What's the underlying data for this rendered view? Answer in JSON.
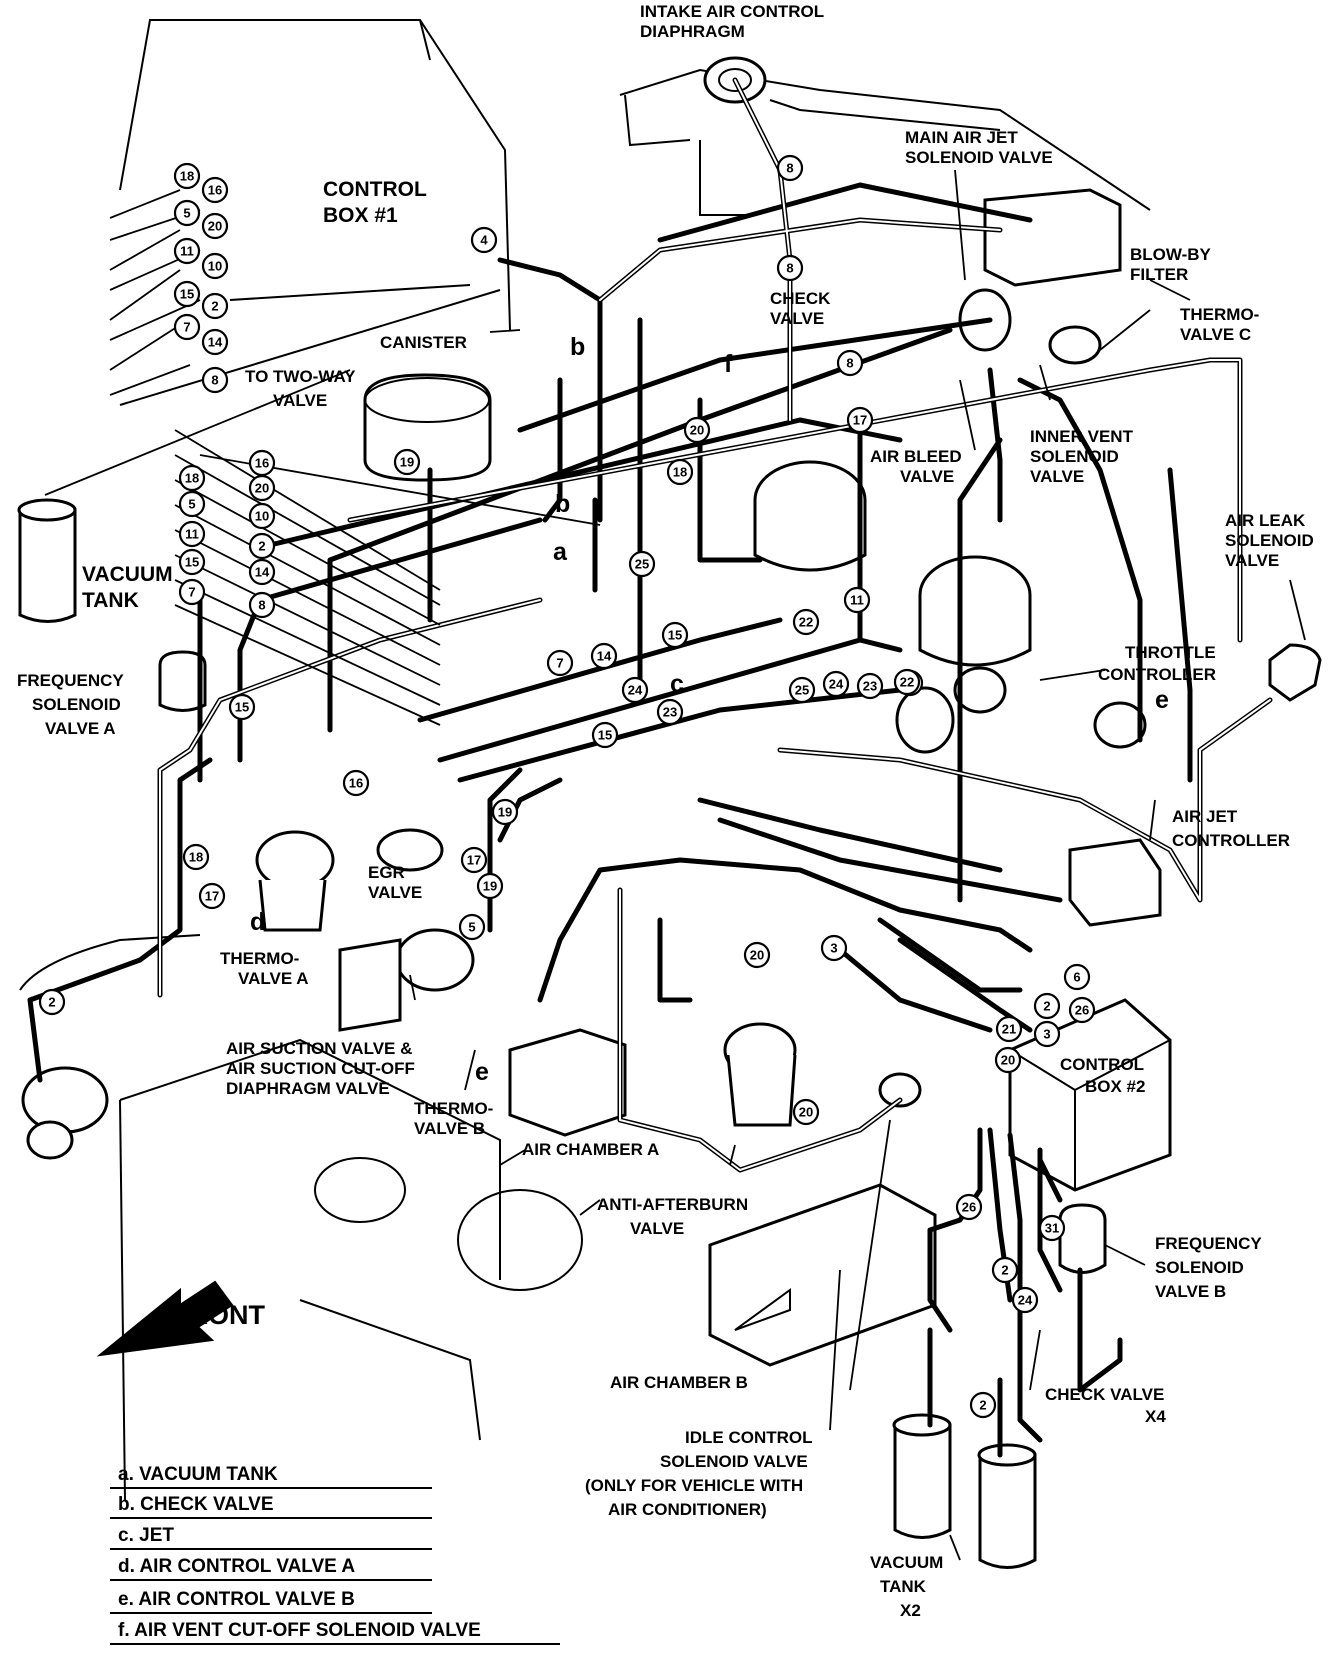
{
  "labels": {
    "intake_air_control_diaphragm": [
      "INTAKE AIR CONTROL",
      "DIAPHRAGM"
    ],
    "main_air_jet_solenoid_valve": [
      "MAIN AIR JET",
      "SOLENOID VALVE"
    ],
    "control_box_1": [
      "CONTROL",
      "BOX #1"
    ],
    "blow_by_filter": [
      "BLOW-BY",
      "FILTER"
    ],
    "check_valve_top": [
      "CHECK",
      "VALVE"
    ],
    "thermo_valve_c": [
      "THERMO-",
      "VALVE C"
    ],
    "canister": [
      "CANISTER"
    ],
    "to_two_way_valve": [
      "TO TWO-WAY",
      "VALVE"
    ],
    "inner_vent_solenoid_valve": [
      "INNER VENT",
      "SOLENOID",
      "VALVE"
    ],
    "air_bleed_valve": [
      "AIR BLEED",
      "VALVE"
    ],
    "air_leak_solenoid_valve": [
      "AIR LEAK",
      "SOLENOID",
      "VALVE"
    ],
    "vacuum_tank_left": [
      "VACUUM",
      "TANK"
    ],
    "frequency_solenoid_valve_a": [
      "FREQUENCY",
      "SOLENOID",
      "VALVE A"
    ],
    "throttle_controller": [
      "THROTTLE",
      "CONTROLLER"
    ],
    "air_jet_controller": [
      "AIR JET",
      "CONTROLLER"
    ],
    "egr_valve": [
      "EGR",
      "VALVE"
    ],
    "thermo_valve_a": [
      "THERMO-",
      "VALVE A"
    ],
    "air_suction_valve": [
      "AIR SUCTION VALVE &",
      "AIR SUCTION CUT-OFF",
      "DIAPHRAGM VALVE"
    ],
    "thermo_valve_b": [
      "THERMO-",
      "VALVE B"
    ],
    "air_chamber_a": [
      "AIR CHAMBER A"
    ],
    "control_box_2": [
      "CONTROL",
      "BOX #2"
    ],
    "anti_afterburn_valve": [
      "ANTI-AFTERBURN",
      "VALVE"
    ],
    "frequency_solenoid_valve_b": [
      "FREQUENCY",
      "SOLENOID",
      "VALVE B"
    ],
    "front": [
      "FRONT"
    ],
    "air_chamber_b": [
      "AIR CHAMBER B"
    ],
    "check_valve_x4": [
      "CHECK VALVE",
      "X4"
    ],
    "idle_control_solenoid_valve": [
      "IDLE CONTROL",
      "SOLENOID VALVE",
      "(ONLY FOR VEHICLE WITH",
      "AIR CONDITIONER)"
    ],
    "vacuum_tank_x2": [
      "VACUUM",
      "TANK",
      "X2"
    ]
  },
  "letters": [
    "a",
    "b",
    "c",
    "d",
    "e",
    "f"
  ],
  "hose_numbers": {
    "left_bundle_top": [
      "18",
      "16",
      "5",
      "20",
      "11",
      "10",
      "15",
      "2",
      "7",
      "14",
      "8"
    ],
    "left_bundle_mid": [
      "16",
      "18",
      "20",
      "5",
      "10",
      "11",
      "2",
      "15",
      "14",
      "7",
      "8"
    ],
    "scattered": [
      "4",
      "8",
      "8",
      "8",
      "19",
      "20",
      "18",
      "17",
      "25",
      "22",
      "15",
      "14",
      "7",
      "24",
      "23",
      "25",
      "24",
      "23",
      "22",
      "11",
      "22",
      "15",
      "15",
      "16",
      "19",
      "17",
      "19",
      "5",
      "18",
      "17",
      "2",
      "20",
      "3",
      "6",
      "2",
      "26",
      "3",
      "21",
      "20",
      "20",
      "26",
      "2",
      "31",
      "24",
      "2"
    ]
  },
  "legend": [
    "a.  VACUUM TANK",
    "b.  CHECK VALVE",
    "c.  JET",
    "d.  AIR CONTROL VALVE A",
    "e.  AIR CONTROL VALVE B",
    "f.  AIR VENT CUT-OFF SOLENOID VALVE"
  ]
}
